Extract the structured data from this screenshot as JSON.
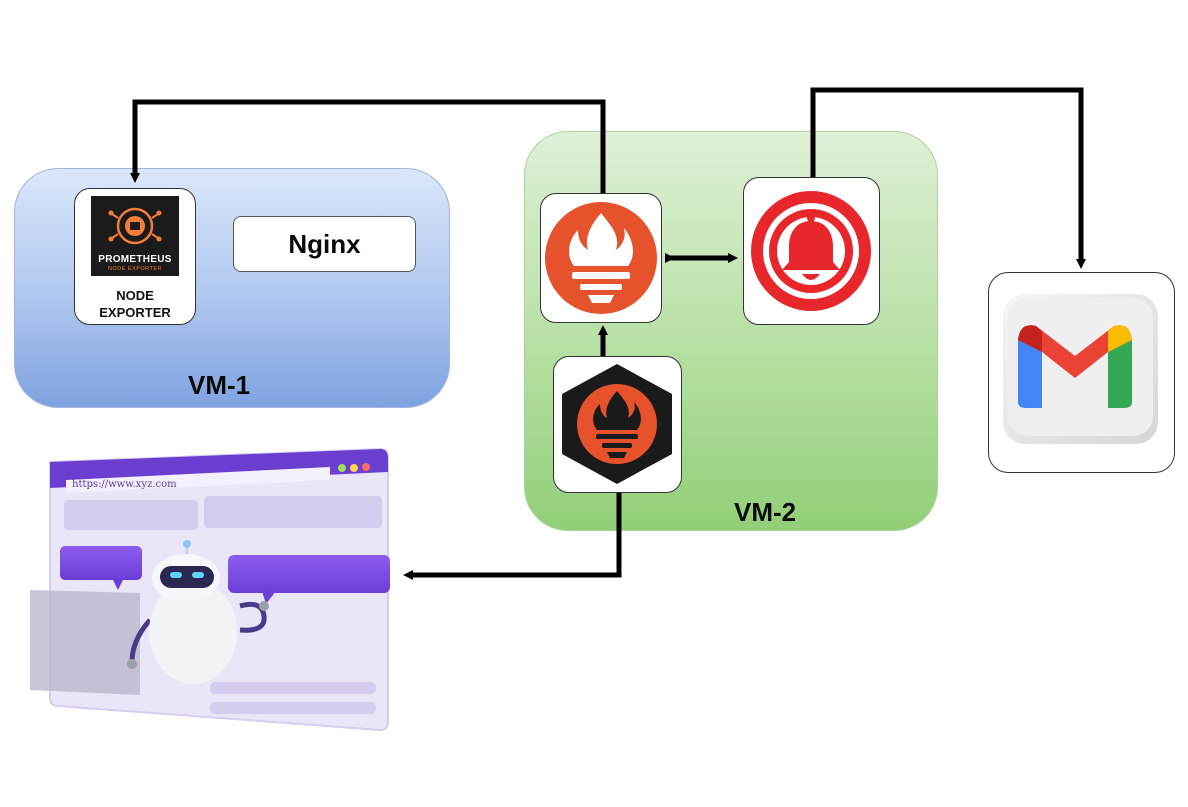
{
  "vm1": {
    "label": "VM-1",
    "nginx_label": "Nginx",
    "node_exporter": {
      "logo_title": "PROMETHEUS",
      "logo_subtitle": "NODE EXPORTER",
      "label": "NODE\nEXPORTER"
    }
  },
  "vm2": {
    "label": "VM-2"
  },
  "browser": {
    "url": "https://www.xyz.com"
  },
  "colors": {
    "prometheus_orange": "#e6522c",
    "alert_red": "#e8272d",
    "vm1_blue": "#aec6ee",
    "vm2_green": "#b6dfa3",
    "arrow": "#000000"
  },
  "icons": [
    "prometheus-icon",
    "alertmanager-bell-icon",
    "grafana-style-hex-icon",
    "gmail-icon",
    "robot-browser-illustration"
  ]
}
